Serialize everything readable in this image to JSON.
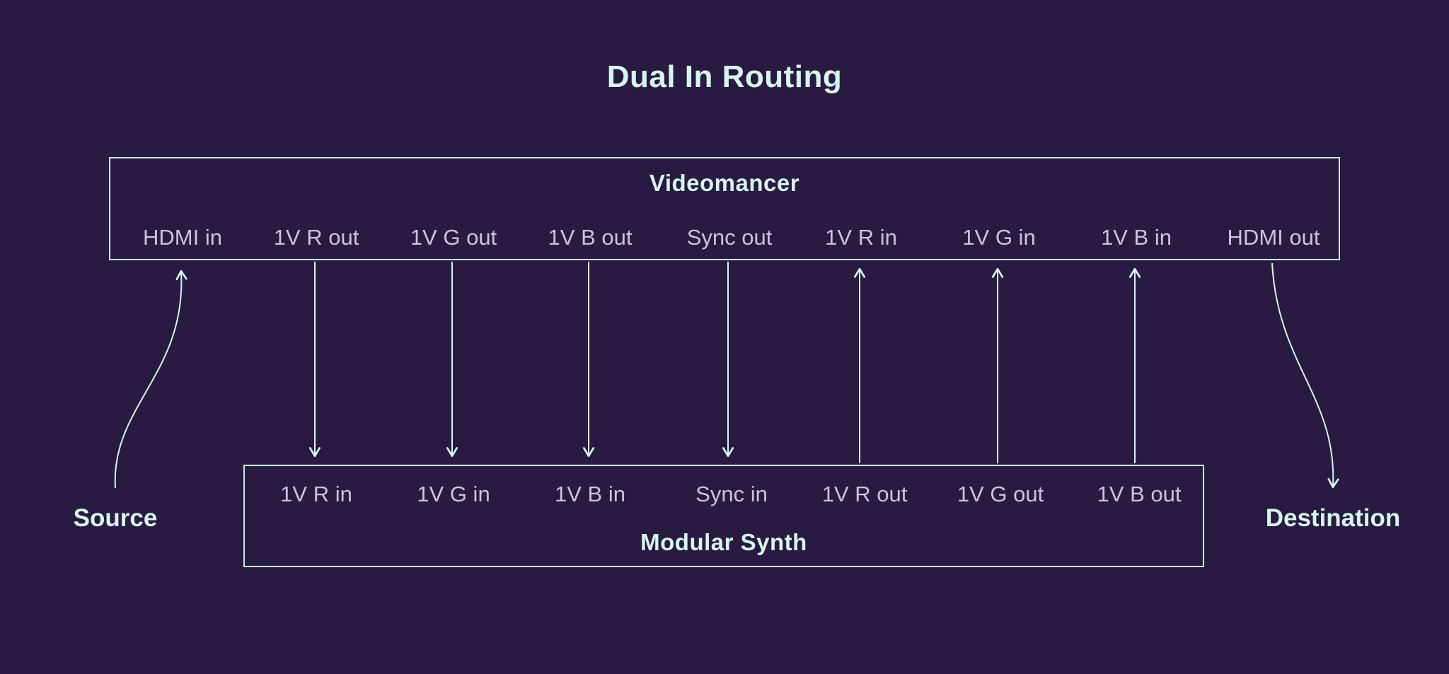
{
  "title": "Dual In Routing",
  "source_label": "Source",
  "destination_label": "Destination",
  "colors": {
    "background": "#281A41",
    "accent": "#D7F4EE",
    "muted_text": "#C9C4DA",
    "wire": "#D7F4EE"
  },
  "videomancer": {
    "label": "Videomancer",
    "ports": [
      "HDMI in",
      "1V R out",
      "1V G out",
      "1V B out",
      "Sync out",
      "1V R in",
      "1V G in",
      "1V B in",
      "HDMI out"
    ]
  },
  "modular_synth": {
    "label": "Modular Synth",
    "ports": [
      "1V R in",
      "1V G in",
      "1V B in",
      "Sync in",
      "1V R out",
      "1V G out",
      "1V B out"
    ]
  },
  "connections": [
    {
      "from": "Source",
      "to": "Videomancer HDMI in",
      "direction": "up"
    },
    {
      "from": "Videomancer 1V R out",
      "to": "Modular Synth 1V R in",
      "direction": "down"
    },
    {
      "from": "Videomancer 1V G out",
      "to": "Modular Synth 1V G in",
      "direction": "down"
    },
    {
      "from": "Videomancer 1V B out",
      "to": "Modular Synth 1V B in",
      "direction": "down"
    },
    {
      "from": "Videomancer Sync out",
      "to": "Modular Synth Sync in",
      "direction": "down"
    },
    {
      "from": "Modular Synth 1V R out",
      "to": "Videomancer 1V R in",
      "direction": "up"
    },
    {
      "from": "Modular Synth 1V G out",
      "to": "Videomancer 1V G in",
      "direction": "up"
    },
    {
      "from": "Modular Synth 1V B out",
      "to": "Videomancer 1V B in",
      "direction": "up"
    },
    {
      "from": "Videomancer HDMI out",
      "to": "Destination",
      "direction": "down"
    }
  ]
}
